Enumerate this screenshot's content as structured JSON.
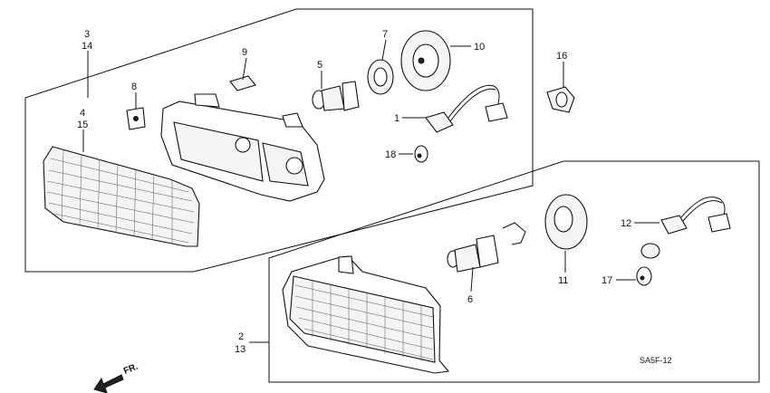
{
  "callouts": {
    "c3": "3",
    "c14": "14",
    "c4": "4",
    "c15": "15",
    "c8": "8",
    "c9": "9",
    "c5": "5",
    "c7": "7",
    "c10": "10",
    "c1": "1",
    "c18": "18",
    "c16": "16",
    "c12": "12",
    "c6": "6",
    "c11": "11",
    "c17": "17",
    "c2": "2",
    "c13": "13"
  },
  "direction_label": "FR.",
  "diagram_code": "SA5F-12",
  "colors": {
    "ink": "#111111",
    "background": "#ffffff"
  }
}
